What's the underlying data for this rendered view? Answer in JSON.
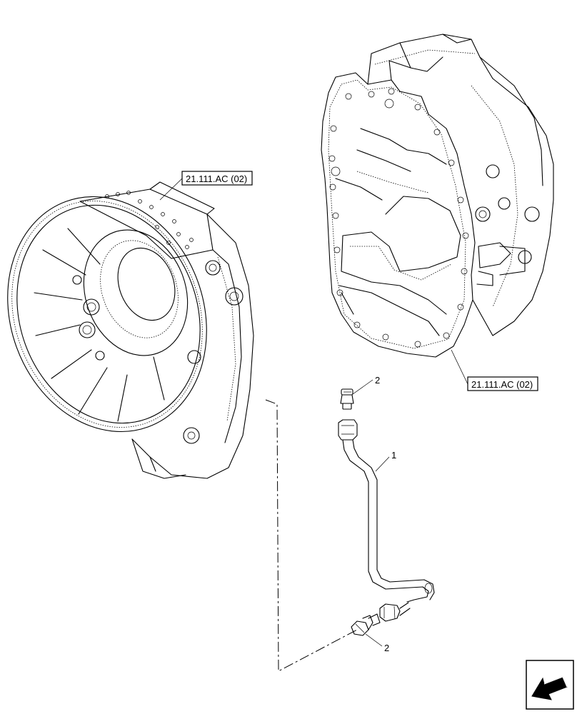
{
  "diagram": {
    "references": {
      "left_housing": "21.111.AC (02)",
      "right_housing": "21.111.AC (02)"
    },
    "callouts": {
      "pipe": "1",
      "fitting_top": "2",
      "fitting_bottom": "2"
    },
    "icons": {
      "nav": "arrow-icon"
    }
  }
}
